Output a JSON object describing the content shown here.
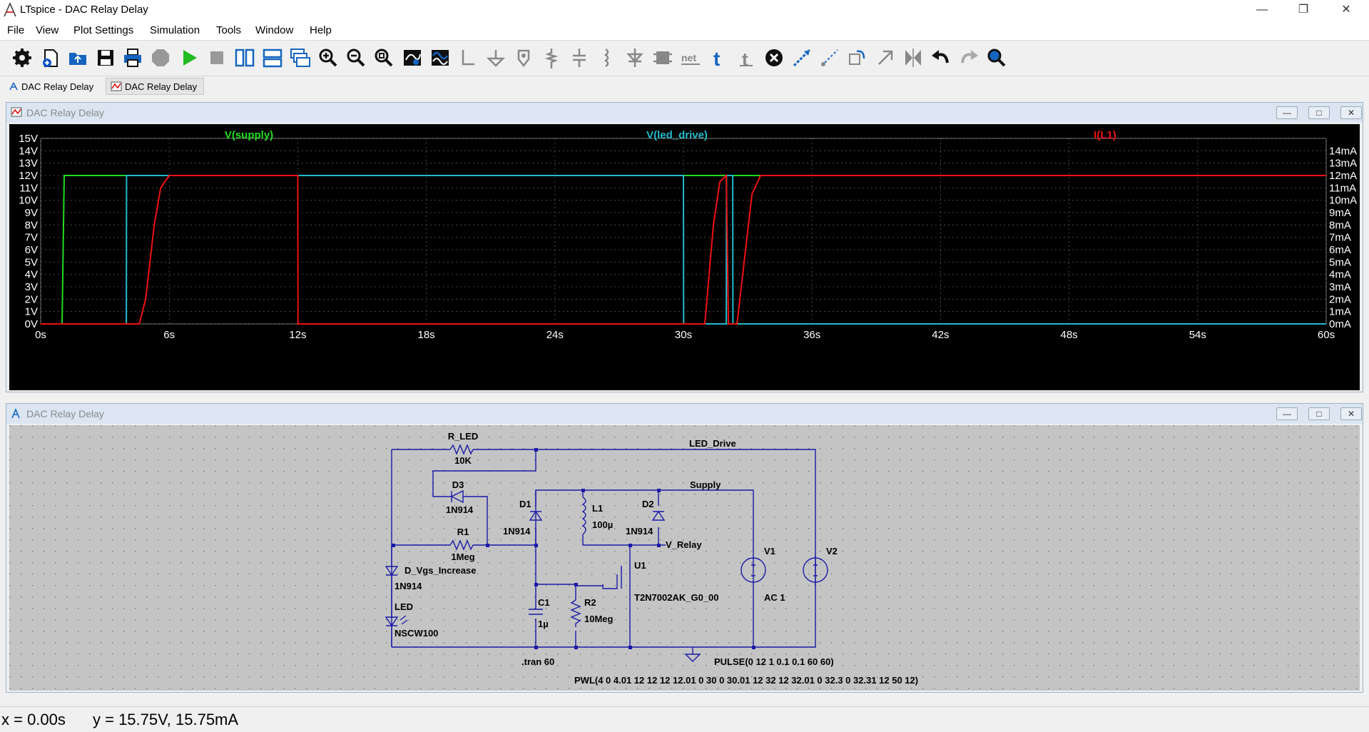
{
  "window": {
    "title": "LTspice - DAC Relay Delay"
  },
  "menu": [
    "File",
    "View",
    "Plot Settings",
    "Simulation",
    "Tools",
    "Window",
    "Help"
  ],
  "toolbar_icons": [
    "settings-gear-icon",
    "new-schematic-icon",
    "open-icon",
    "save-icon",
    "print-icon",
    "halt-icon",
    "run-icon",
    "stop-icon",
    "tile-vertical-icon",
    "tile-horizontal-icon",
    "cascade-icon",
    "zoom-in-icon",
    "zoom-out-icon",
    "zoom-fit-icon",
    "autorange-icon",
    "waveform-icon",
    "wire-icon",
    "ground-icon",
    "label-icon",
    "resistor-icon",
    "capacitor-icon",
    "inductor-icon",
    "diode-icon",
    "component-icon",
    "net-label-icon",
    "text-icon",
    "spice-directive-icon",
    "delete-icon",
    "move-icon",
    "drag-icon",
    "rotate-icon",
    "mirror-icon",
    "flip-icon",
    "undo-icon",
    "redo-icon",
    "find-icon"
  ],
  "tabs": [
    {
      "label": "DAC Relay Delay",
      "icon": "schematic-icon"
    },
    {
      "label": "DAC Relay Delay",
      "icon": "waveform-icon"
    }
  ],
  "plot_pane": {
    "title": "DAC Relay Delay",
    "traces": [
      {
        "name": "V(supply)",
        "color": "#22dd22"
      },
      {
        "name": "V(led_drive)",
        "color": "#22bbcc"
      },
      {
        "name": "I(L1)",
        "color": "#ee1111"
      }
    ]
  },
  "schematic_pane": {
    "title": "DAC Relay Delay",
    "labels": {
      "r_led": "R_LED",
      "r_led_val": "10K",
      "led_drive": "LED_Drive",
      "d3": "D3",
      "d3_val": "1N914",
      "d1": "D1",
      "d1_val": "1N914",
      "l1": "L1",
      "l1_val": "100µ",
      "d2": "D2",
      "d2_val": "1N914",
      "supply": "Supply",
      "r1": "R1",
      "r1_val": "1Meg",
      "v_relay": "V_Relay",
      "u1": "U1",
      "u1_val": "T2N7002AK_G0_00",
      "v1": "V1",
      "v1_val": "AC 1",
      "v2": "V2",
      "d_vgs": "D_Vgs_Increase",
      "d_vgs_val": "1N914",
      "led": "LED",
      "led_val": "NSCW100",
      "c1": "C1",
      "c1_val": "1µ",
      "r2": "R2",
      "r2_val": "10Meg",
      "tran": ".tran 60",
      "pulse": "PULSE(0 12 1 0.1 0.1 60 60)",
      "pwl": "PWL(4 0 4.01 12 12 12 12.01 0 30 0 30.01 12 32 12 32.01 0 32.3 0 32.31 12 50 12)"
    }
  },
  "status": {
    "x": "x = 0.00s",
    "y": "y = 15.75V, 15.75mA"
  },
  "chart_data": {
    "type": "line",
    "title": "",
    "xlabel": "",
    "ylabel": "",
    "xlim": [
      0,
      60
    ],
    "ylim": [
      0,
      15
    ],
    "y2lim": [
      0,
      15
    ],
    "grid": true,
    "x_ticks": [
      "0s",
      "6s",
      "12s",
      "18s",
      "24s",
      "30s",
      "36s",
      "42s",
      "48s",
      "54s",
      "60s"
    ],
    "y_ticks": [
      "0V",
      "1V",
      "2V",
      "3V",
      "4V",
      "5V",
      "6V",
      "7V",
      "8V",
      "9V",
      "10V",
      "11V",
      "12V",
      "13V",
      "14V",
      "15V"
    ],
    "y2_ticks": [
      "0mA",
      "1mA",
      "2mA",
      "3mA",
      "4mA",
      "5mA",
      "6mA",
      "7mA",
      "8mA",
      "9mA",
      "10mA",
      "11mA",
      "12mA",
      "13mA",
      "14mA"
    ],
    "series": [
      {
        "name": "V(supply)",
        "x": [
          0,
          1,
          1.1,
          60
        ],
        "y": [
          0,
          0,
          12,
          12
        ]
      },
      {
        "name": "V(led_drive)",
        "x": [
          0,
          4,
          4.01,
          30,
          30.01,
          32,
          32.01,
          32.3,
          32.31,
          60
        ],
        "y": [
          0,
          0,
          12,
          12,
          0,
          0,
          12,
          12,
          0,
          0
        ]
      },
      {
        "name": "I(L1)",
        "x": [
          0,
          4.6,
          4.9,
          5.3,
          5.6,
          6,
          12,
          12.01,
          31,
          31.1,
          31.4,
          31.7,
          32,
          32.1,
          32.3,
          32.5,
          32.9,
          33.2,
          33.6,
          60
        ],
        "y": [
          0,
          0,
          2,
          8,
          11,
          12,
          12,
          0,
          0,
          2,
          8,
          11.5,
          12,
          0,
          0,
          0,
          6,
          10.5,
          12,
          12
        ]
      }
    ]
  }
}
